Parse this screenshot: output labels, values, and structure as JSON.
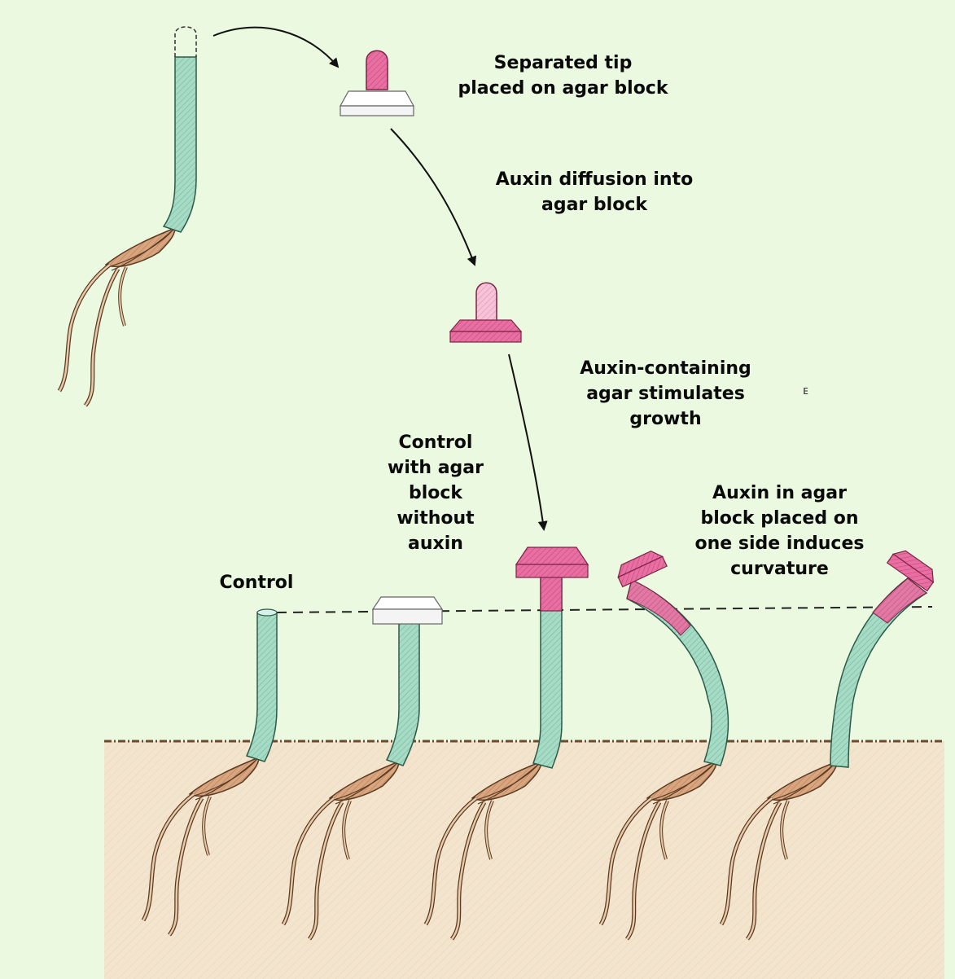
{
  "labels": {
    "separated_tip": [
      "Separated tip",
      "placed on agar block"
    ],
    "auxin_diffusion": [
      "Auxin diffusion into",
      "agar block"
    ],
    "auxin_stimulates": [
      "Auxin-containing",
      "agar stimulates",
      "growth"
    ],
    "control_agar": [
      "Control",
      "with agar",
      "block",
      "without",
      "auxin"
    ],
    "auxin_one_side": [
      "Auxin in agar",
      "block placed on",
      "one side induces",
      "curvature"
    ],
    "control": [
      "Control"
    ]
  },
  "colors": {
    "background": "#eaf9df",
    "soil": "#f3e4cd",
    "coleoptile": "#a6dcc6",
    "seed": "#d9a57e",
    "auxin_agar": "#e96fa2",
    "tip": "#e4799f",
    "plain_agar": "#ffffff"
  }
}
